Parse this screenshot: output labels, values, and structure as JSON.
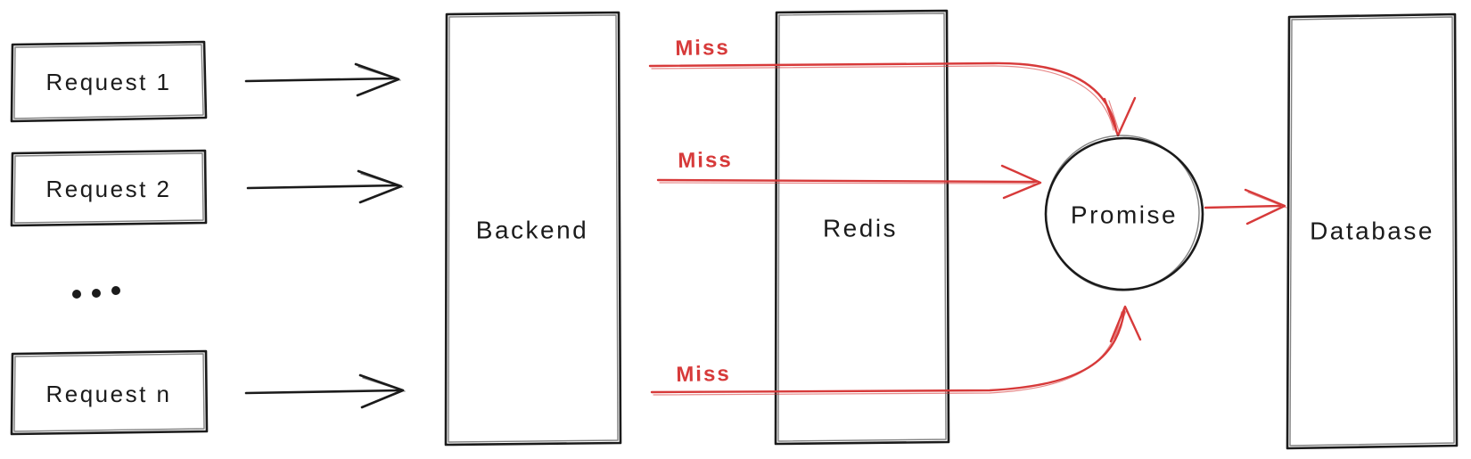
{
  "diagram": {
    "colors": {
      "ink": "#1b1b1b",
      "accent": "#d73a3a",
      "background": "#ffffff"
    },
    "nodes": {
      "request1": {
        "label": "Request 1"
      },
      "request2": {
        "label": "Request 2"
      },
      "more_requests": {
        "label": "..."
      },
      "request_n": {
        "label": "Request n"
      },
      "backend": {
        "label": "Backend"
      },
      "redis": {
        "label": "Redis"
      },
      "promise": {
        "label": "Promise"
      },
      "database": {
        "label": "Database"
      }
    },
    "edges": {
      "miss_top": {
        "label": "Miss"
      },
      "miss_middle": {
        "label": "Miss"
      },
      "miss_bottom": {
        "label": "Miss"
      }
    }
  }
}
